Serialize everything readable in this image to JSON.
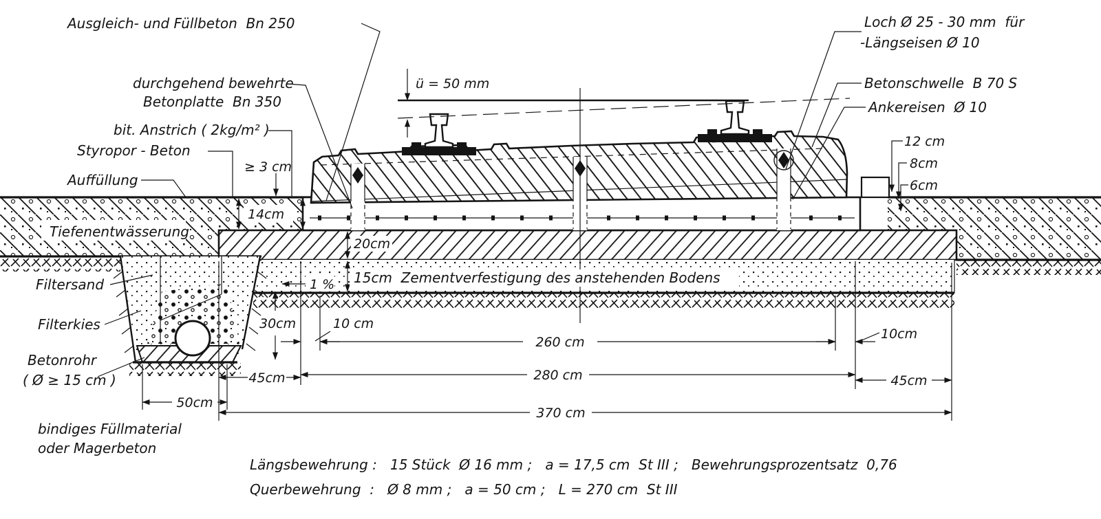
{
  "colors": {
    "ink": "#141414",
    "paper": "#ffffff"
  },
  "callouts": {
    "ausgleich": "Ausgleich- und Füllbeton  Bn 250",
    "durchgehend_1": "durchgehend bewehrte",
    "durchgehend_2": "Betonplatte  Bn 350",
    "bit_anstrich": "bit. Anstrich ( 2kg/m² )",
    "styropor": "Styropor - Beton",
    "auffuellung": "Auffüllung",
    "tiefenentwaesserung": "Tiefenentwässerung",
    "filtersand": "Filtersand",
    "filterkies": "Filterkies",
    "betonrohr_1": "Betonrohr",
    "betonrohr_2": "( Ø ≥ 15 cm )",
    "bindiges_1": "bindiges Füllmaterial",
    "bindiges_2": "oder Magerbeton",
    "loch_1": "Loch Ø 25 - 30 mm  für",
    "loch_2": "-Längseisen Ø 10",
    "betonschwelle": "Betonschwelle  B 70 S",
    "ankereisen": "Ankereisen  Ø 10",
    "zementverfestigung": "15cm  Zementverfestigung des anstehenden Bodens",
    "slope": "1 %"
  },
  "dimensions": {
    "ue": "ü = 50 mm",
    "d3": "≥ 3 cm",
    "d14": "14cm",
    "d20": "20cm",
    "d12": "12 cm",
    "d8": "8cm",
    "d6": "6cm",
    "d30": "30cm",
    "d10_left": "10 cm",
    "d10_right": "10cm",
    "d260": "260 cm",
    "d280": "280 cm",
    "d370": "370 cm",
    "d45_left": "45cm",
    "d45_right": "45cm",
    "d50": "50cm"
  },
  "notes": {
    "laengsbewehrung": "Längsbewehrung :   15 Stück  Ø 16 mm ;   a = 17,5 cm  St III ;   Bewehrungsprozentsatz  0,76",
    "querbewehrung": "Querbewehrung  :   Ø 8 mm ;   a = 50 cm ;   L = 270 cm  St III"
  }
}
